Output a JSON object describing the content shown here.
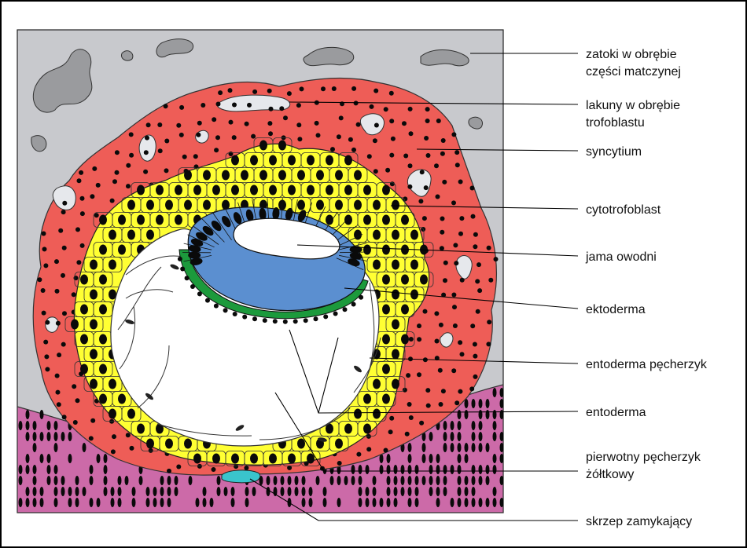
{
  "colors": {
    "background_tissue": "#c8c9cd",
    "syncytium": "#ee5d57",
    "cytotrophoblast": "#ffff33",
    "ectoderm": "#5b8fd0",
    "entoderm": "#1c9a3c",
    "epithelium": "#cc6aa8",
    "clot": "#3ac4cc",
    "lacunae": "#e6e8ec",
    "sinuses": "#9a9b9e",
    "nucleus": "#0a0a0a"
  },
  "labels": [
    {
      "id": "sinuses",
      "lines": [
        "zatoki w obrębie",
        "części matczynej"
      ]
    },
    {
      "id": "lacunae",
      "lines": [
        "lakuny w obrębie",
        "trofoblastu"
      ]
    },
    {
      "id": "syncytium",
      "lines": [
        "syncytium"
      ]
    },
    {
      "id": "cytotrophoblast",
      "lines": [
        "cytotrofoblast"
      ]
    },
    {
      "id": "amniotic-cavity",
      "lines": [
        "jama owodni"
      ]
    },
    {
      "id": "ectoderm",
      "lines": [
        "ektoderma"
      ]
    },
    {
      "id": "entoderm-vesicle",
      "lines": [
        "entoderma pęcherzyk"
      ]
    },
    {
      "id": "entoderm",
      "lines": [
        "entoderma"
      ]
    },
    {
      "id": "primary-yolk-sac",
      "lines": [
        "pierwotny pęcherzyk",
        "żółtkowy"
      ]
    },
    {
      "id": "closing-plug",
      "lines": [
        "skrzep zamykający"
      ]
    }
  ]
}
